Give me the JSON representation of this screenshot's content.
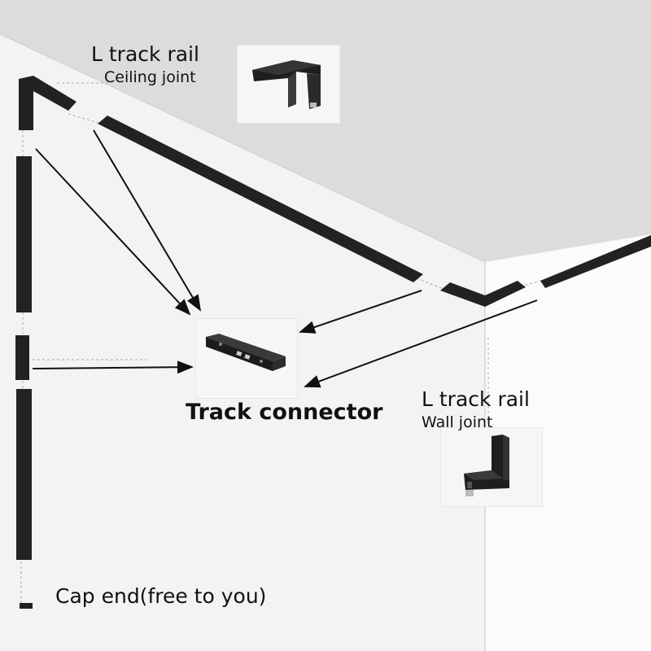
{
  "colors": {
    "ceiling": "#dcdcdc",
    "back_wall": "#f3f3f3",
    "side_wall": "#fbfbfb",
    "rail": "#222222",
    "arrow": "#111111"
  },
  "icons": {
    "ceiling_joint": "l-shaped-ceiling-joint-icon",
    "connector": "straight-track-connector-icon",
    "wall_joint": "l-shaped-wall-joint-icon"
  },
  "labels": {
    "ceiling_joint_title": "L track rail",
    "ceiling_joint_sub": "Ceiling joint",
    "track_connector": "Track connector",
    "wall_joint_title": "L track rail",
    "wall_joint_sub": "Wall joint",
    "cap_end": "Cap end(free to you)"
  }
}
